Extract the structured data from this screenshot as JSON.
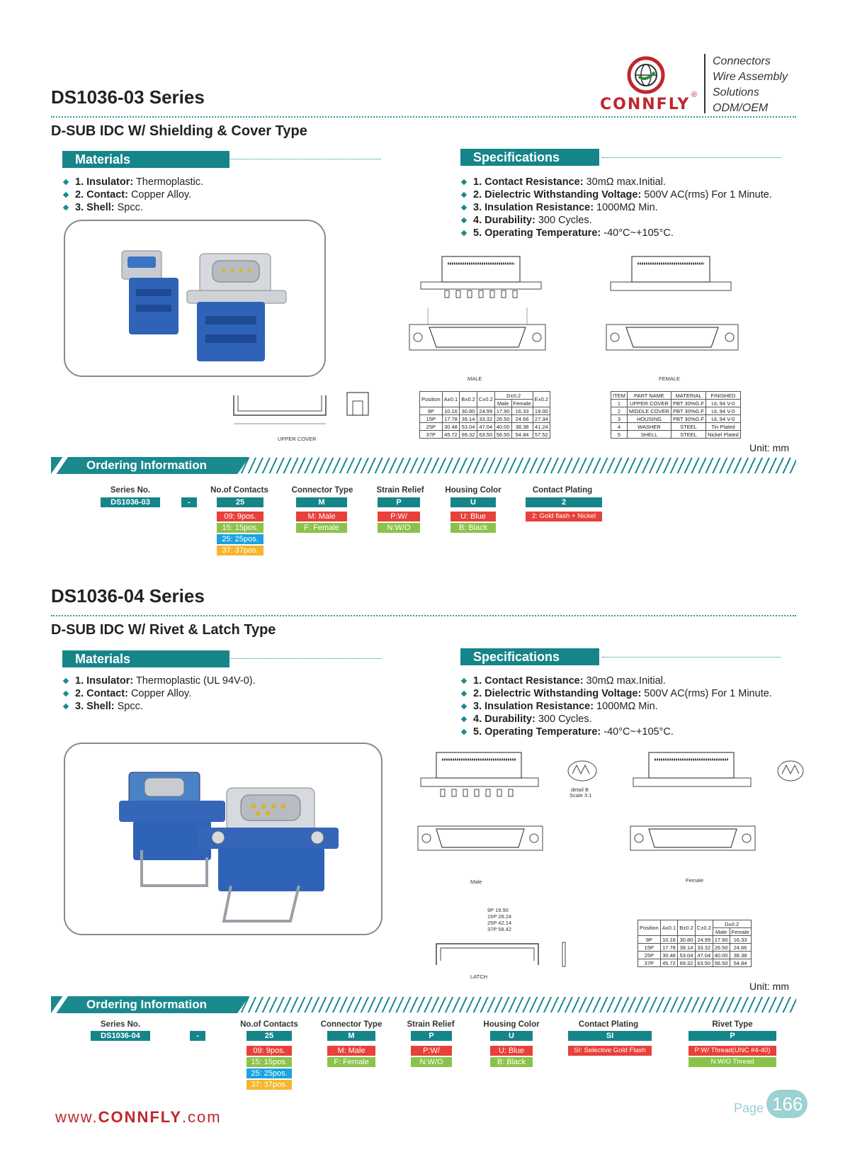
{
  "brand": {
    "name": "CONNFLY",
    "registered": "®",
    "tagline": [
      "Connectors",
      "Wire Assembly",
      "Solutions",
      "ODM/OEM"
    ]
  },
  "series1": {
    "title": "DS1036-03 Series",
    "subtitle": "D-SUB IDC W/ Shielding & Cover Type",
    "materials_heading": "Materials",
    "materials": [
      {
        "label": "1. Insulator:",
        "value": " Thermoplastic."
      },
      {
        "label": "2. Contact:",
        "value": " Copper Alloy."
      },
      {
        "label": "3. Shell:",
        "value": " Spcc."
      }
    ],
    "specs_heading": "Specifications",
    "specs": [
      {
        "label": "1. Contact Resistance:",
        "value": " 30mΩ max.Initial."
      },
      {
        "label": "2. Dielectric Withstanding Voltage:",
        "value": " 500V AC(rms) For 1 Minute."
      },
      {
        "label": "3. Insulation Resistance:",
        "value": " 1000MΩ Min."
      },
      {
        "label": "4. Durability:",
        "value": " 300 Cycles."
      },
      {
        "label": "5. Operating Temperature:",
        "value": " -40°C~+105°C."
      }
    ],
    "drawing_labels": {
      "male": "MALE",
      "female": "FEMALE",
      "upper_cover": "UPPER COVER"
    },
    "dim_table": {
      "header": [
        "Position",
        "A±0.1",
        "B±0.2",
        "C±0.2",
        "D±0.2",
        "E±0.2"
      ],
      "subheader": [
        "Male",
        "Female"
      ],
      "rows": [
        [
          "9P",
          "10.16",
          "30.80",
          "24.99",
          "17.90",
          "16.33",
          "19.00"
        ],
        [
          "15P",
          "17.78",
          "39.14",
          "33.32",
          "26.50",
          "24.66",
          "27.34"
        ],
        [
          "25P",
          "30.48",
          "53.04",
          "47.04",
          "40.00",
          "38.38",
          "41.24"
        ],
        [
          "37P",
          "45.72",
          "69.32",
          "63.50",
          "56.50",
          "54.84",
          "57.52"
        ]
      ]
    },
    "parts_table": {
      "header": [
        "ITEM",
        "PART NAME",
        "MATERIAL",
        "FINISHED"
      ],
      "rows": [
        [
          "1",
          "UPPER COVER",
          "PBT 30%G.F",
          "UL 94 V-0"
        ],
        [
          "2",
          "MIDDLE COVER",
          "PBT 30%G.F",
          "UL 94 V-0"
        ],
        [
          "3",
          "HOUSING",
          "PBT 30%G.F",
          "UL 94 V-0"
        ],
        [
          "4",
          "WASHER",
          "STEEL",
          "Tin Plated"
        ],
        [
          "5",
          "SHELL",
          "STEEL",
          "Nickel Plated"
        ]
      ]
    },
    "unit": "Unit: mm",
    "ordering": {
      "heading": "Ordering Information",
      "columns": [
        {
          "label": "Series No.",
          "value": "DS1036-03",
          "options": []
        },
        {
          "label": "",
          "value": "-",
          "options": []
        },
        {
          "label": "No.of Contacts",
          "value": "25",
          "options": [
            {
              "text": "09: 9pos.",
              "color": "red"
            },
            {
              "text": "15: 15pos.",
              "color": "green"
            },
            {
              "text": "25: 25pos.",
              "color": "blue"
            },
            {
              "text": "37: 37pos.",
              "color": "orange"
            }
          ]
        },
        {
          "label": "Connector Type",
          "value": "M",
          "options": [
            {
              "text": "M: Male",
              "color": "red"
            },
            {
              "text": "F: Female",
              "color": "green"
            }
          ]
        },
        {
          "label": "Strain Relief",
          "value": "P",
          "options": [
            {
              "text": "P:W/",
              "color": "red"
            },
            {
              "text": "N:W/O",
              "color": "green"
            }
          ]
        },
        {
          "label": "Housing Color",
          "value": "U",
          "options": [
            {
              "text": "U: Blue",
              "color": "red"
            },
            {
              "text": "B: Black",
              "color": "green"
            }
          ]
        },
        {
          "label": "Contact Plating",
          "value": "2",
          "options": [
            {
              "text": "2: Gold flash + Nickel",
              "color": "red"
            }
          ]
        }
      ]
    }
  },
  "series2": {
    "title": "DS1036-04 Series",
    "subtitle": "D-SUB IDC W/ Rivet & Latch Type",
    "materials_heading": "Materials",
    "materials": [
      {
        "label": "1. Insulator:",
        "value": " Thermoplastic (UL 94V-0)."
      },
      {
        "label": "2. Contact:",
        "value": " Copper Alloy."
      },
      {
        "label": "3. Shell:",
        "value": " Spcc."
      }
    ],
    "specs_heading": "Specifications",
    "specs": [
      {
        "label": "1. Contact Resistance:",
        "value": " 30mΩ max.Initial."
      },
      {
        "label": "2. Dielectric Withstanding Voltage:",
        "value": " 500V AC(rms) For 1 Minute."
      },
      {
        "label": "3. Insulation Resistance:",
        "value": " 1000MΩ Min."
      },
      {
        "label": "4. Durability:",
        "value": " 300 Cycles."
      },
      {
        "label": "5. Operating Temperature:",
        "value": " -40°C~+105°C."
      }
    ],
    "drawing_labels": {
      "male": "Male",
      "female": "Female",
      "latch": "LATCH",
      "detail": "detail B",
      "scale": "Scale 3:1"
    },
    "latch_dims": [
      "9P 19.90",
      "15P 28.24",
      "25P 42.14",
      "37P 58.42"
    ],
    "dim_table": {
      "header": [
        "Position",
        "A±0.1",
        "B±0.2",
        "C±0.2",
        "D±0.2"
      ],
      "subheader": [
        "Male",
        "Female"
      ],
      "rows": [
        [
          "9P",
          "10.16",
          "30.80",
          "24.99",
          "17.90",
          "16.33"
        ],
        [
          "15P",
          "17.78",
          "39.14",
          "33.32",
          "26.50",
          "24.66"
        ],
        [
          "25P",
          "30.48",
          "53.04",
          "47.04",
          "40.00",
          "38.38"
        ],
        [
          "37P",
          "45.72",
          "69.32",
          "63.50",
          "56.50",
          "54.84"
        ]
      ]
    },
    "unit": "Unit: mm",
    "ordering": {
      "heading": "Ordering Information",
      "columns": [
        {
          "label": "Series No.",
          "value": "DS1036-04",
          "options": []
        },
        {
          "label": "",
          "value": "-",
          "options": []
        },
        {
          "label": "No.of Contacts",
          "value": "25",
          "options": [
            {
              "text": "09: 9pos.",
              "color": "red"
            },
            {
              "text": "15: 15pos.",
              "color": "green"
            },
            {
              "text": "25: 25pos.",
              "color": "blue"
            },
            {
              "text": "37: 37pos.",
              "color": "orange"
            }
          ]
        },
        {
          "label": "Connector Type",
          "value": "M",
          "options": [
            {
              "text": "M: Male",
              "color": "red"
            },
            {
              "text": "F: Female",
              "color": "green"
            }
          ]
        },
        {
          "label": "Strain Relief",
          "value": "P",
          "options": [
            {
              "text": "P:W/",
              "color": "red"
            },
            {
              "text": "N:W/O",
              "color": "green"
            }
          ]
        },
        {
          "label": "Housing Color",
          "value": "U",
          "options": [
            {
              "text": "U: Blue",
              "color": "red"
            },
            {
              "text": "B: Black",
              "color": "green"
            }
          ]
        },
        {
          "label": "Contact Plating",
          "value": "SI",
          "options": [
            {
              "text": "SI: Selective Gold Flash",
              "color": "red"
            }
          ]
        },
        {
          "label": "Rivet Type",
          "value": "P",
          "options": [
            {
              "text": "P:W/ Thread(UNC #4-40)",
              "color": "red"
            },
            {
              "text": "N:W/O Thread",
              "color": "green"
            }
          ]
        }
      ]
    }
  },
  "footer": {
    "url_prefix": "www.",
    "url_brand": "CONNFLY",
    "url_suffix": ".com",
    "page_label": "Page",
    "page_number": "166"
  },
  "colors": {
    "teal": "#16858a",
    "brand_red": "#c0262d",
    "red": "#e8403a",
    "green": "#8bc34a",
    "blue": "#1aa3e0",
    "orange": "#f7b52b"
  }
}
